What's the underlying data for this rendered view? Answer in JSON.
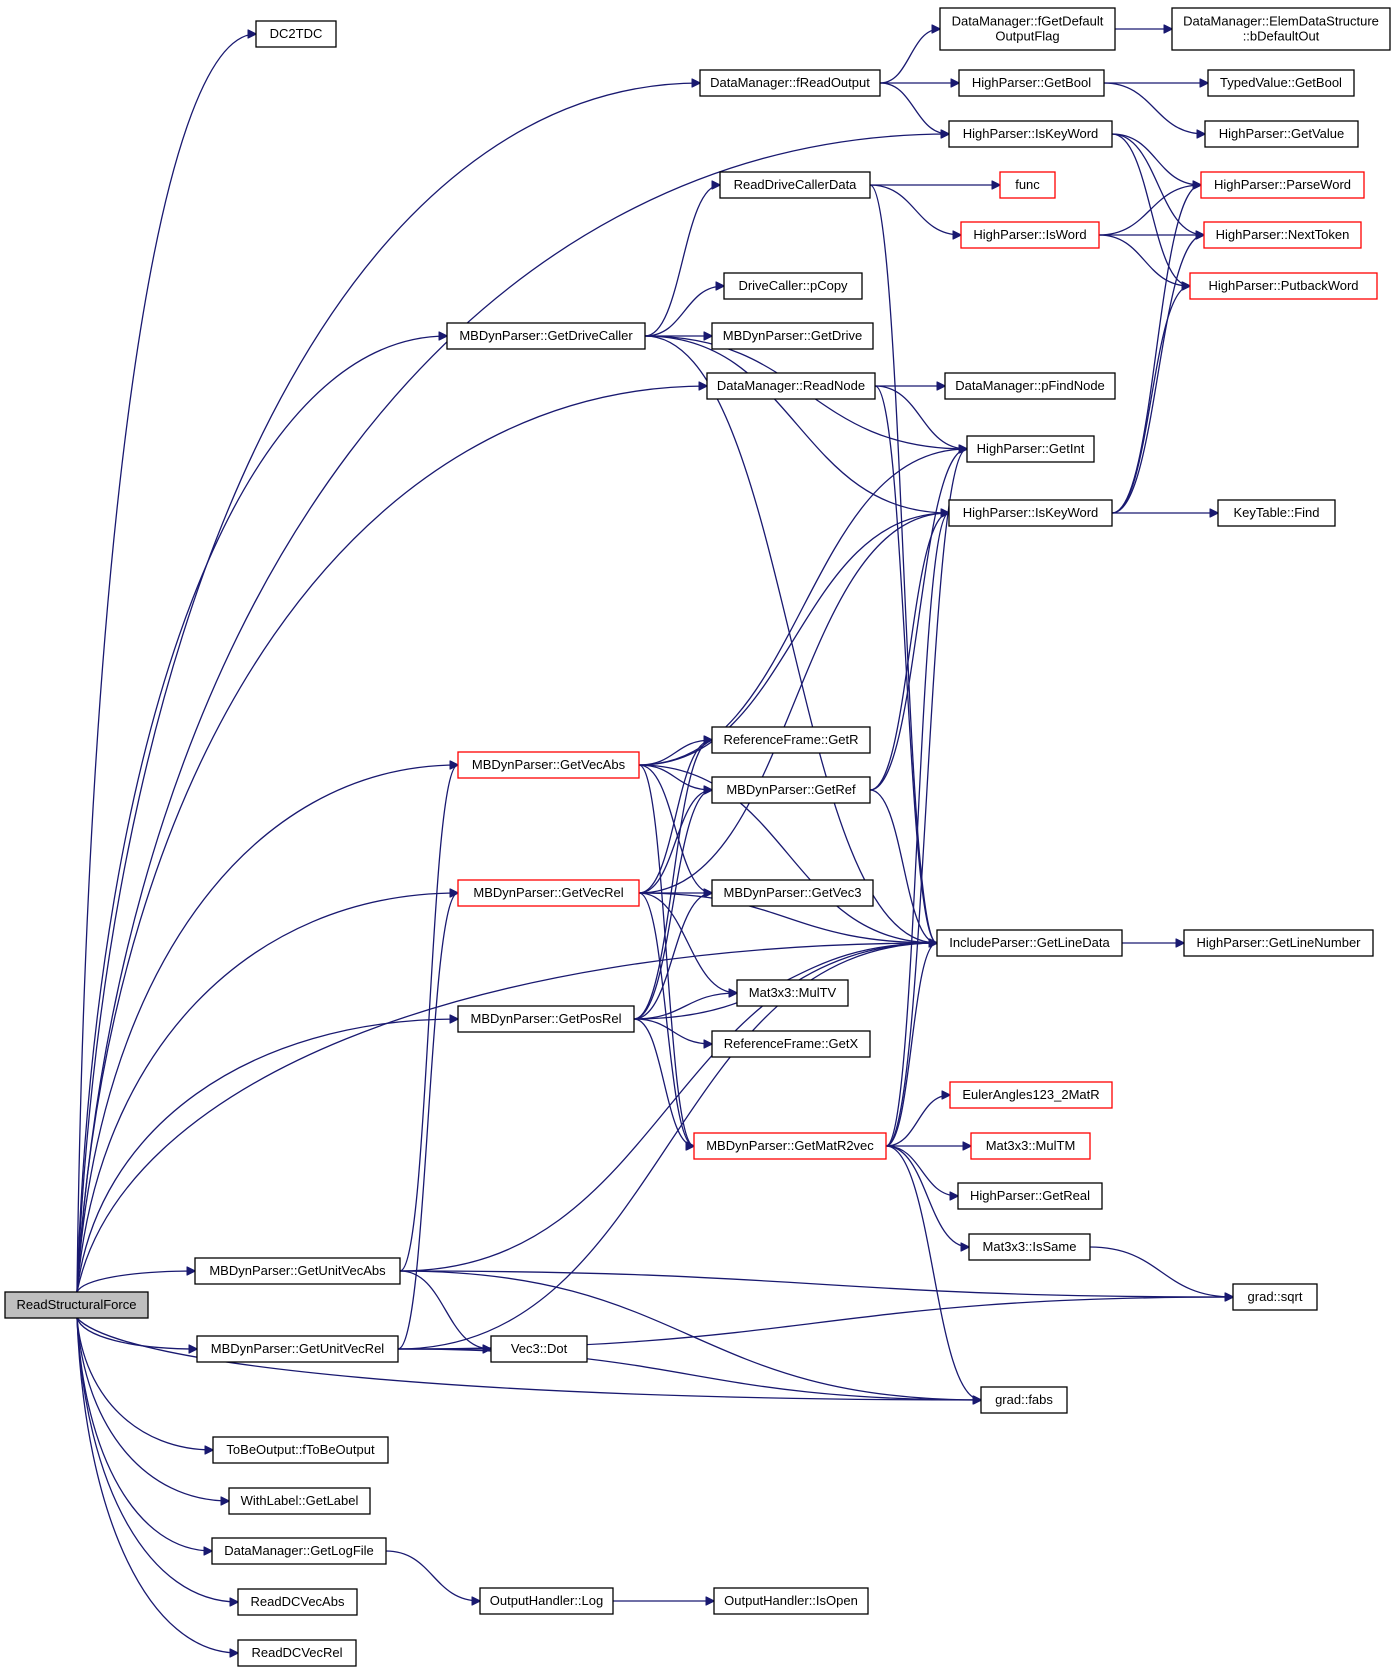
{
  "colors": {
    "edge": "#191970",
    "node_border": "#000000",
    "node_border_truncated": "#ff0000",
    "node_fill": "#ffffff",
    "root_fill": "#bfbfbf"
  },
  "nodes": [
    {
      "id": "root",
      "lines": [
        "ReadStructuralForce"
      ],
      "style": "root"
    },
    {
      "id": "dc2tdc",
      "lines": [
        "DC2TDC"
      ],
      "style": "normal"
    },
    {
      "id": "dm_freadoutput",
      "lines": [
        "DataManager::fReadOutput"
      ],
      "style": "normal"
    },
    {
      "id": "dm_fgetdefault",
      "lines": [
        "DataManager::fGetDefault",
        "OutputFlag"
      ],
      "style": "normal"
    },
    {
      "id": "dm_elemdata",
      "lines": [
        "DataManager::ElemDataStructure",
        "::bDefaultOut"
      ],
      "style": "normal"
    },
    {
      "id": "hp_getbool",
      "lines": [
        "HighParser::GetBool"
      ],
      "style": "normal"
    },
    {
      "id": "tv_getbool",
      "lines": [
        "TypedValue::GetBool"
      ],
      "style": "normal"
    },
    {
      "id": "hp_getvalue",
      "lines": [
        "HighParser::GetValue"
      ],
      "style": "normal"
    },
    {
      "id": "hp_iskeyword1",
      "lines": [
        "HighParser::IsKeyWord"
      ],
      "style": "normal"
    },
    {
      "id": "hp_parseword",
      "lines": [
        "HighParser::ParseWord"
      ],
      "style": "truncated"
    },
    {
      "id": "readdrivecallerdata",
      "lines": [
        "ReadDriveCallerData"
      ],
      "style": "normal"
    },
    {
      "id": "func",
      "lines": [
        "func"
      ],
      "style": "truncated"
    },
    {
      "id": "hp_isword",
      "lines": [
        "HighParser::IsWord"
      ],
      "style": "truncated"
    },
    {
      "id": "hp_nexttoken",
      "lines": [
        "HighParser::NextToken"
      ],
      "style": "truncated"
    },
    {
      "id": "hp_putbackword",
      "lines": [
        "HighParser::PutbackWord"
      ],
      "style": "truncated"
    },
    {
      "id": "dc_pcopy",
      "lines": [
        "DriveCaller::pCopy"
      ],
      "style": "normal"
    },
    {
      "id": "mbd_getdrivecaller",
      "lines": [
        "MBDynParser::GetDriveCaller"
      ],
      "style": "normal"
    },
    {
      "id": "mbd_getdrive",
      "lines": [
        "MBDynParser::GetDrive"
      ],
      "style": "normal"
    },
    {
      "id": "dm_readnode",
      "lines": [
        "DataManager::ReadNode"
      ],
      "style": "normal"
    },
    {
      "id": "dm_pfindnode",
      "lines": [
        "DataManager::pFindNode"
      ],
      "style": "normal"
    },
    {
      "id": "hp_getint",
      "lines": [
        "HighParser::GetInt"
      ],
      "style": "normal"
    },
    {
      "id": "hp_iskeyword2",
      "lines": [
        "HighParser::IsKeyWord"
      ],
      "style": "normal"
    },
    {
      "id": "kt_find",
      "lines": [
        "KeyTable::Find"
      ],
      "style": "normal"
    },
    {
      "id": "rf_getr",
      "lines": [
        "ReferenceFrame::GetR"
      ],
      "style": "normal"
    },
    {
      "id": "mbd_getvecabs",
      "lines": [
        "MBDynParser::GetVecAbs"
      ],
      "style": "truncated"
    },
    {
      "id": "mbd_getref",
      "lines": [
        "MBDynParser::GetRef"
      ],
      "style": "normal"
    },
    {
      "id": "mbd_getvecrel",
      "lines": [
        "MBDynParser::GetVecRel"
      ],
      "style": "truncated"
    },
    {
      "id": "mbd_getvec3",
      "lines": [
        "MBDynParser::GetVec3"
      ],
      "style": "normal"
    },
    {
      "id": "ip_getlinedata",
      "lines": [
        "IncludeParser::GetLineData"
      ],
      "style": "normal"
    },
    {
      "id": "hp_getlinenumber",
      "lines": [
        "HighParser::GetLineNumber"
      ],
      "style": "normal"
    },
    {
      "id": "m33_multv",
      "lines": [
        "Mat3x3::MulTV"
      ],
      "style": "normal"
    },
    {
      "id": "mbd_getposrel",
      "lines": [
        "MBDynParser::GetPosRel"
      ],
      "style": "normal"
    },
    {
      "id": "rf_getx",
      "lines": [
        "ReferenceFrame::GetX"
      ],
      "style": "normal"
    },
    {
      "id": "ea123_2matr",
      "lines": [
        "EulerAngles123_2MatR"
      ],
      "style": "truncated"
    },
    {
      "id": "mbd_getmatr2vec",
      "lines": [
        "MBDynParser::GetMatR2vec"
      ],
      "style": "truncated"
    },
    {
      "id": "m33_multm",
      "lines": [
        "Mat3x3::MulTM"
      ],
      "style": "truncated"
    },
    {
      "id": "hp_getreal",
      "lines": [
        "HighParser::GetReal"
      ],
      "style": "normal"
    },
    {
      "id": "m33_issame",
      "lines": [
        "Mat3x3::IsSame"
      ],
      "style": "normal"
    },
    {
      "id": "mbd_getunitvecabs",
      "lines": [
        "MBDynParser::GetUnitVecAbs"
      ],
      "style": "normal"
    },
    {
      "id": "grad_sqrt",
      "lines": [
        "grad::sqrt"
      ],
      "style": "normal"
    },
    {
      "id": "mbd_getunitvecrel",
      "lines": [
        "MBDynParser::GetUnitVecRel"
      ],
      "style": "normal"
    },
    {
      "id": "vec3_dot",
      "lines": [
        "Vec3::Dot"
      ],
      "style": "normal"
    },
    {
      "id": "grad_fabs",
      "lines": [
        "grad::fabs"
      ],
      "style": "normal"
    },
    {
      "id": "tbo_ftobeoutput",
      "lines": [
        "ToBeOutput::fToBeOutput"
      ],
      "style": "normal"
    },
    {
      "id": "wl_getlabel",
      "lines": [
        "WithLabel::GetLabel"
      ],
      "style": "normal"
    },
    {
      "id": "dm_getlogfile",
      "lines": [
        "DataManager::GetLogFile"
      ],
      "style": "normal"
    },
    {
      "id": "oh_log",
      "lines": [
        "OutputHandler::Log"
      ],
      "style": "normal"
    },
    {
      "id": "oh_isopen",
      "lines": [
        "OutputHandler::IsOpen"
      ],
      "style": "normal"
    },
    {
      "id": "readdcvecabs",
      "lines": [
        "ReadDCVecAbs"
      ],
      "style": "normal"
    },
    {
      "id": "readdcvecrel",
      "lines": [
        "ReadDCVecRel"
      ],
      "style": "normal"
    }
  ],
  "edges": [
    [
      "root",
      "dc2tdc"
    ],
    [
      "root",
      "dm_freadoutput"
    ],
    [
      "root",
      "hp_iskeyword1"
    ],
    [
      "root",
      "mbd_getdrivecaller"
    ],
    [
      "root",
      "dm_readnode"
    ],
    [
      "root",
      "mbd_getvecabs"
    ],
    [
      "root",
      "mbd_getvecrel"
    ],
    [
      "root",
      "mbd_getposrel"
    ],
    [
      "root",
      "mbd_getunitvecabs"
    ],
    [
      "root",
      "mbd_getunitvecrel"
    ],
    [
      "root",
      "ip_getlinedata"
    ],
    [
      "root",
      "grad_fabs"
    ],
    [
      "root",
      "tbo_ftobeoutput"
    ],
    [
      "root",
      "wl_getlabel"
    ],
    [
      "root",
      "dm_getlogfile"
    ],
    [
      "root",
      "readdcvecabs"
    ],
    [
      "root",
      "readdcvecrel"
    ],
    [
      "dm_freadoutput",
      "dm_fgetdefault"
    ],
    [
      "dm_freadoutput",
      "hp_getbool"
    ],
    [
      "dm_freadoutput",
      "hp_iskeyword1"
    ],
    [
      "dm_fgetdefault",
      "dm_elemdata"
    ],
    [
      "hp_getbool",
      "tv_getbool"
    ],
    [
      "hp_getbool",
      "hp_getvalue"
    ],
    [
      "hp_iskeyword1",
      "hp_parseword"
    ],
    [
      "hp_iskeyword1",
      "hp_nexttoken"
    ],
    [
      "hp_iskeyword1",
      "hp_putbackword"
    ],
    [
      "readdrivecallerdata",
      "func"
    ],
    [
      "readdrivecallerdata",
      "hp_isword"
    ],
    [
      "readdrivecallerdata",
      "ip_getlinedata"
    ],
    [
      "hp_isword",
      "hp_parseword"
    ],
    [
      "hp_isword",
      "hp_nexttoken"
    ],
    [
      "hp_isword",
      "hp_putbackword"
    ],
    [
      "mbd_getdrivecaller",
      "readdrivecallerdata"
    ],
    [
      "mbd_getdrivecaller",
      "dc_pcopy"
    ],
    [
      "mbd_getdrivecaller",
      "mbd_getdrive"
    ],
    [
      "mbd_getdrivecaller",
      "hp_getint"
    ],
    [
      "mbd_getdrivecaller",
      "hp_iskeyword2"
    ],
    [
      "mbd_getdrivecaller",
      "ip_getlinedata"
    ],
    [
      "dm_readnode",
      "dm_pfindnode"
    ],
    [
      "dm_readnode",
      "hp_getint"
    ],
    [
      "dm_readnode",
      "ip_getlinedata"
    ],
    [
      "hp_iskeyword2",
      "kt_find"
    ],
    [
      "hp_iskeyword2",
      "hp_parseword"
    ],
    [
      "hp_iskeyword2",
      "hp_nexttoken"
    ],
    [
      "hp_iskeyword2",
      "hp_putbackword"
    ],
    [
      "mbd_getvecabs",
      "rf_getr"
    ],
    [
      "mbd_getvecabs",
      "mbd_getref"
    ],
    [
      "mbd_getvecabs",
      "mbd_getvec3"
    ],
    [
      "mbd_getvecabs",
      "hp_getint"
    ],
    [
      "mbd_getvecabs",
      "hp_iskeyword2"
    ],
    [
      "mbd_getvecabs",
      "ip_getlinedata"
    ],
    [
      "mbd_getvecabs",
      "mbd_getmatr2vec"
    ],
    [
      "mbd_getref",
      "hp_getint"
    ],
    [
      "mbd_getref",
      "hp_iskeyword2"
    ],
    [
      "mbd_getref",
      "ip_getlinedata"
    ],
    [
      "mbd_getvecrel",
      "rf_getr"
    ],
    [
      "mbd_getvecrel",
      "mbd_getref"
    ],
    [
      "mbd_getvecrel",
      "mbd_getvec3"
    ],
    [
      "mbd_getvecrel",
      "ip_getlinedata"
    ],
    [
      "mbd_getvecrel",
      "m33_multv"
    ],
    [
      "mbd_getvecrel",
      "hp_iskeyword2"
    ],
    [
      "mbd_getvecrel",
      "mbd_getmatr2vec"
    ],
    [
      "ip_getlinedata",
      "hp_getlinenumber"
    ],
    [
      "mbd_getposrel",
      "rf_getr"
    ],
    [
      "mbd_getposrel",
      "mbd_getref"
    ],
    [
      "mbd_getposrel",
      "mbd_getvec3"
    ],
    [
      "mbd_getposrel",
      "m33_multv"
    ],
    [
      "mbd_getposrel",
      "rf_getx"
    ],
    [
      "mbd_getposrel",
      "ip_getlinedata"
    ],
    [
      "mbd_getposrel",
      "mbd_getmatr2vec"
    ],
    [
      "mbd_getmatr2vec",
      "ea123_2matr"
    ],
    [
      "mbd_getmatr2vec",
      "m33_multm"
    ],
    [
      "mbd_getmatr2vec",
      "hp_getreal"
    ],
    [
      "mbd_getmatr2vec",
      "m33_issame"
    ],
    [
      "mbd_getmatr2vec",
      "grad_fabs"
    ],
    [
      "mbd_getmatr2vec",
      "hp_getint"
    ],
    [
      "mbd_getmatr2vec",
      "hp_iskeyword2"
    ],
    [
      "mbd_getmatr2vec",
      "ip_getlinedata"
    ],
    [
      "m33_issame",
      "grad_sqrt"
    ],
    [
      "mbd_getunitvecabs",
      "mbd_getvecabs"
    ],
    [
      "mbd_getunitvecabs",
      "grad_sqrt"
    ],
    [
      "mbd_getunitvecabs",
      "vec3_dot"
    ],
    [
      "mbd_getunitvecabs",
      "grad_fabs"
    ],
    [
      "mbd_getunitvecabs",
      "ip_getlinedata"
    ],
    [
      "mbd_getunitvecrel",
      "mbd_getvecrel"
    ],
    [
      "mbd_getunitvecrel",
      "vec3_dot"
    ],
    [
      "mbd_getunitvecrel",
      "grad_sqrt"
    ],
    [
      "mbd_getunitvecrel",
      "grad_fabs"
    ],
    [
      "mbd_getunitvecrel",
      "ip_getlinedata"
    ],
    [
      "dm_getlogfile",
      "oh_log"
    ],
    [
      "oh_log",
      "oh_isopen"
    ]
  ]
}
